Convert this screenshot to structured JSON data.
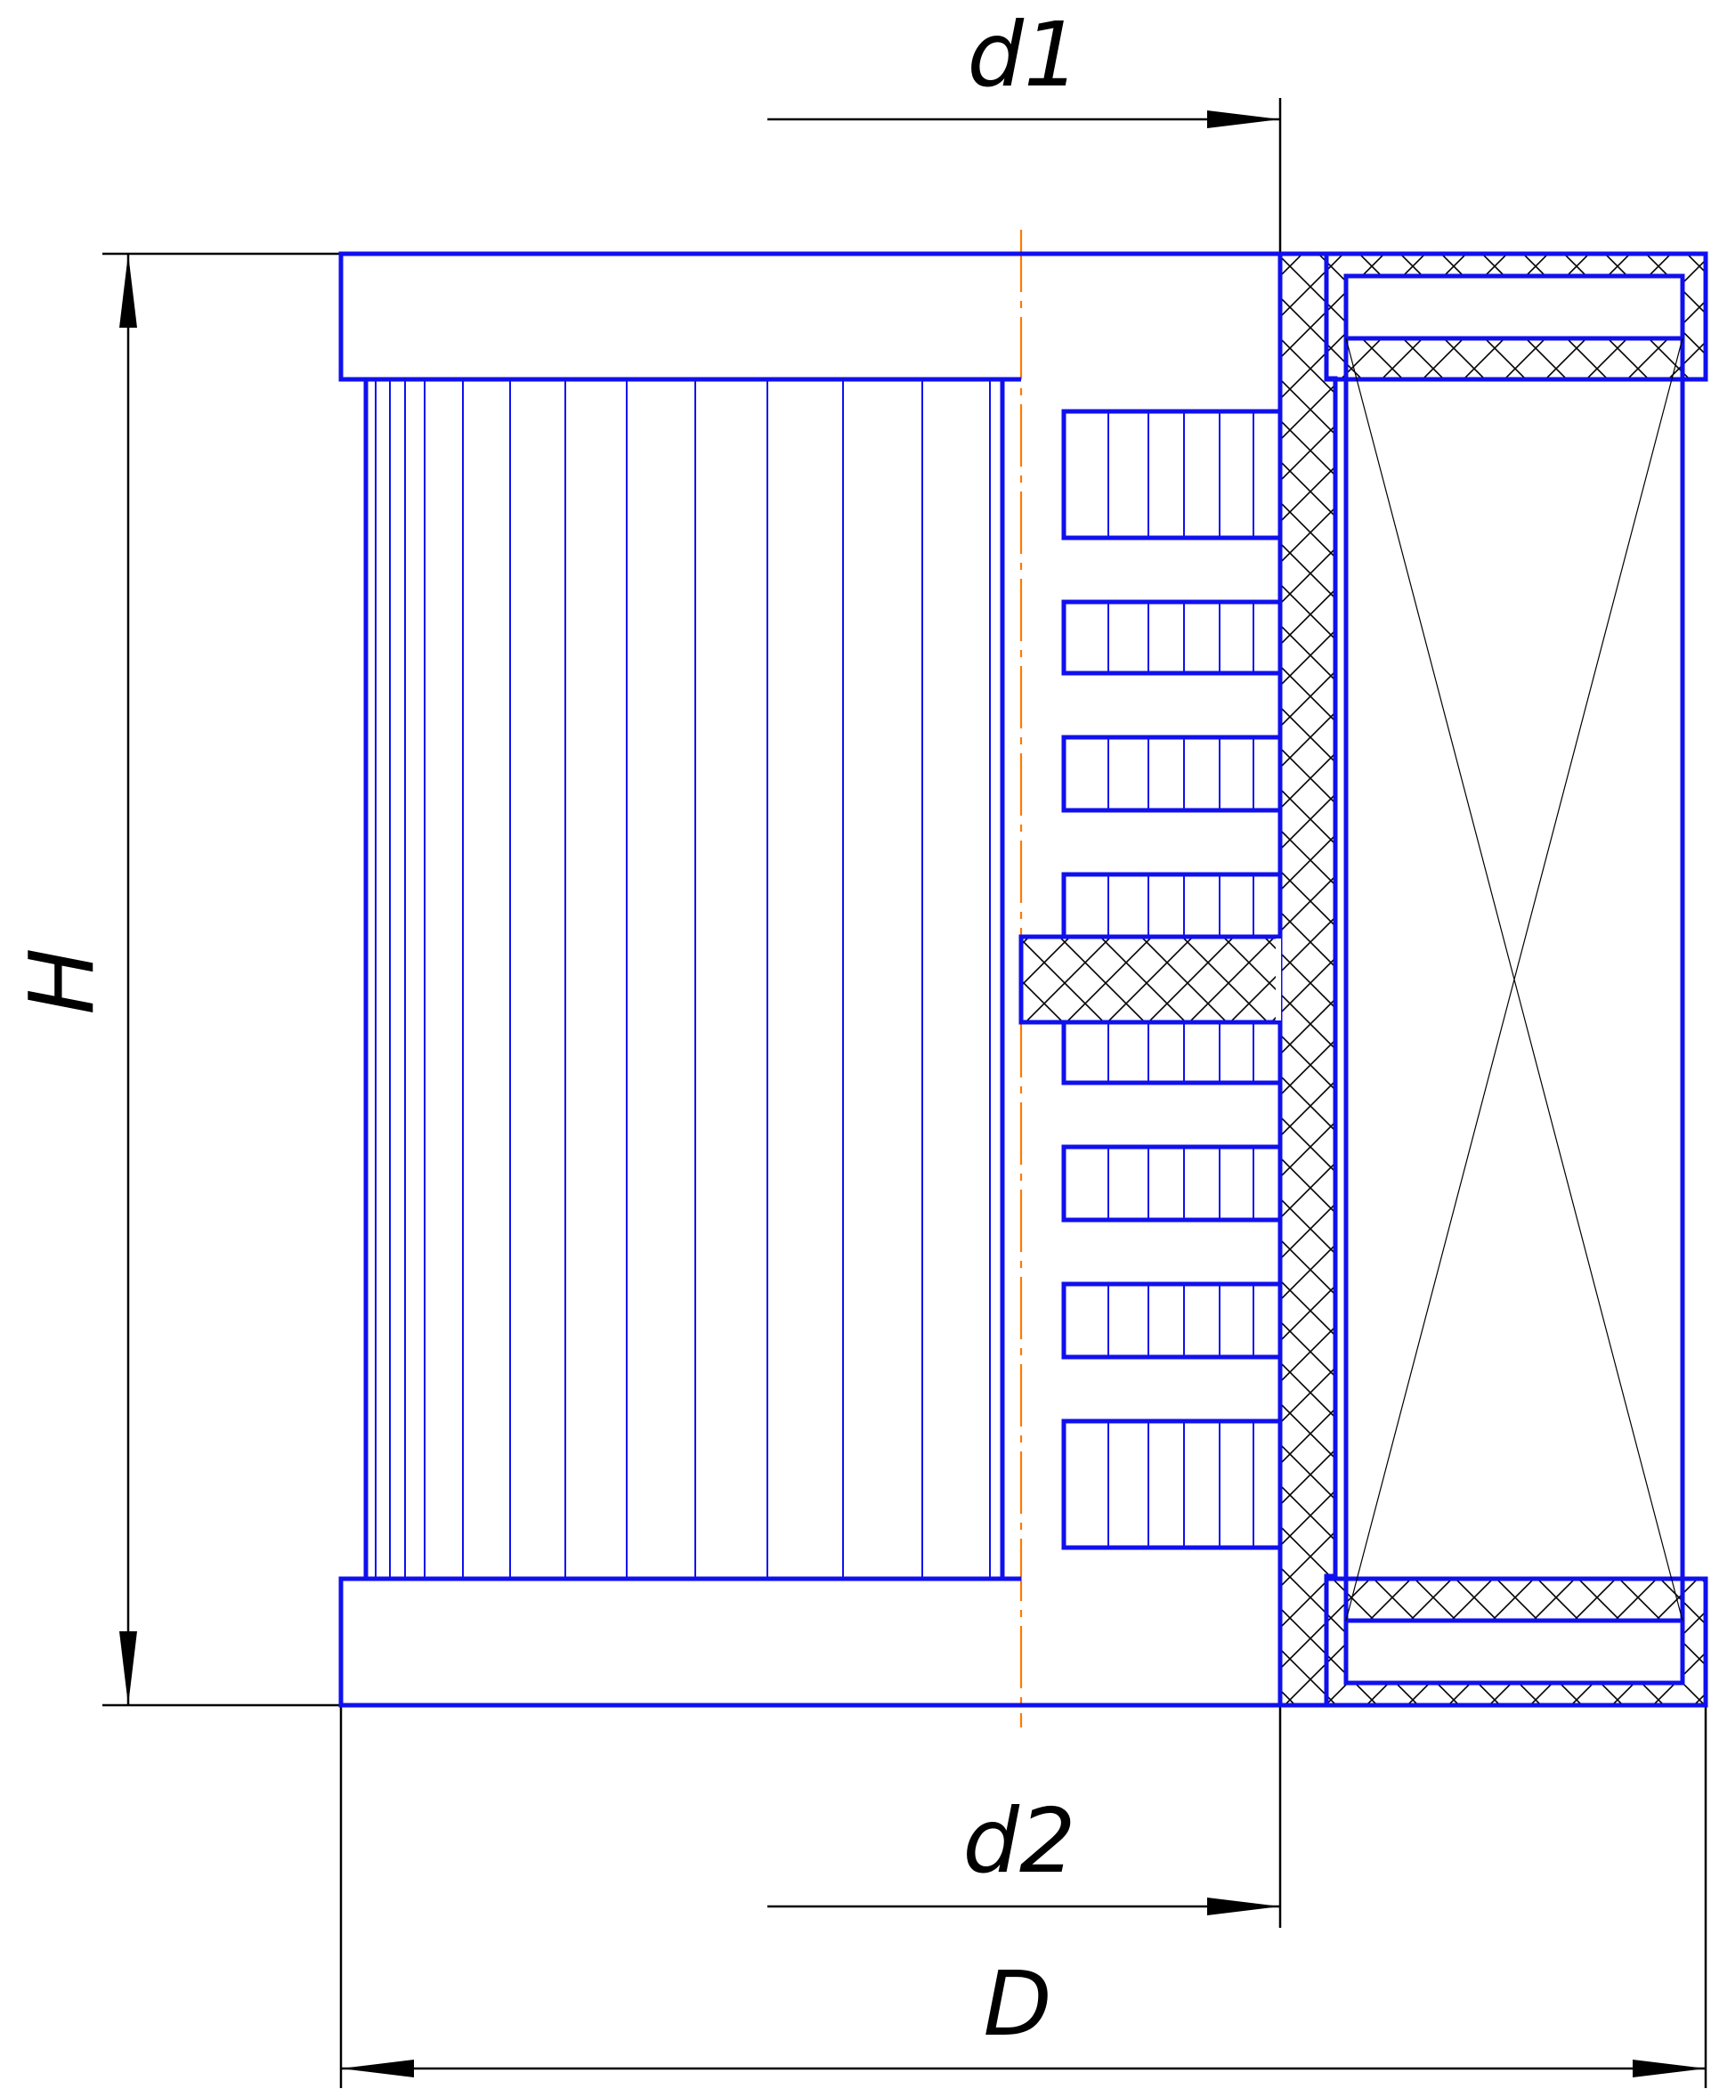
{
  "drawing": {
    "colors": {
      "outline": "#1010ee",
      "dimension": "#000000",
      "axis": "#ff7a00",
      "background": "#ffffff"
    },
    "labels": {
      "d1": "d1",
      "d2": "d2",
      "H": "H",
      "D": "D"
    }
  }
}
